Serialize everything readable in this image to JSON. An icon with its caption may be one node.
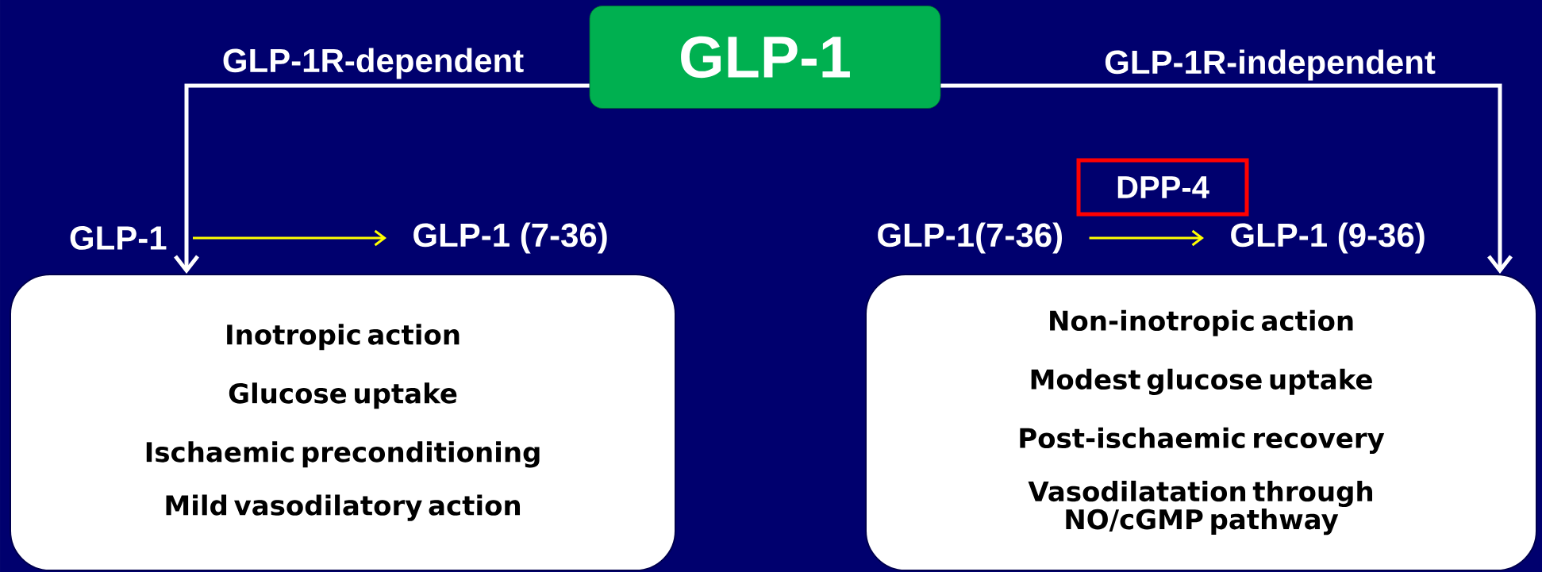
{
  "diagram": {
    "nodes": [
      {
        "text": [
          "GLP-1"
        ]
      },
      {
        "text": [
          "GLP-1"
        ]
      },
      {
        "text": [
          "GLP-1 (7-36)"
        ]
      },
      {
        "text": [
          "GLP-1(7-36)"
        ]
      },
      {
        "text": [
          "GLP-1 (9-36)"
        ]
      },
      {
        "text": [
          "DPP-4"
        ]
      },
      {
        "text": [
          "Inotropic action",
          "Glucose uptake",
          "Ischaemic preconditioning",
          "Mild vasodilatory action"
        ]
      },
      {
        "text": [
          "Non-inotropic action",
          "Modest glucose uptake",
          "Post-ischaemic recovery",
          "Vasodilatation through NO/cGMP pathway"
        ]
      }
    ],
    "edges": [
      {
        "from": 0,
        "to": 6,
        "arrow": "to",
        "label": "GLP-1R-dependent"
      },
      {
        "from": 0,
        "to": 7,
        "arrow": "to",
        "label": "GLP-1R-independent"
      },
      {
        "from": 1,
        "to": 2,
        "arrow": "to",
        "color": "#ffff00"
      },
      {
        "from": 3,
        "to": 4,
        "arrow": "to",
        "color": "#ffff00"
      }
    ]
  }
}
